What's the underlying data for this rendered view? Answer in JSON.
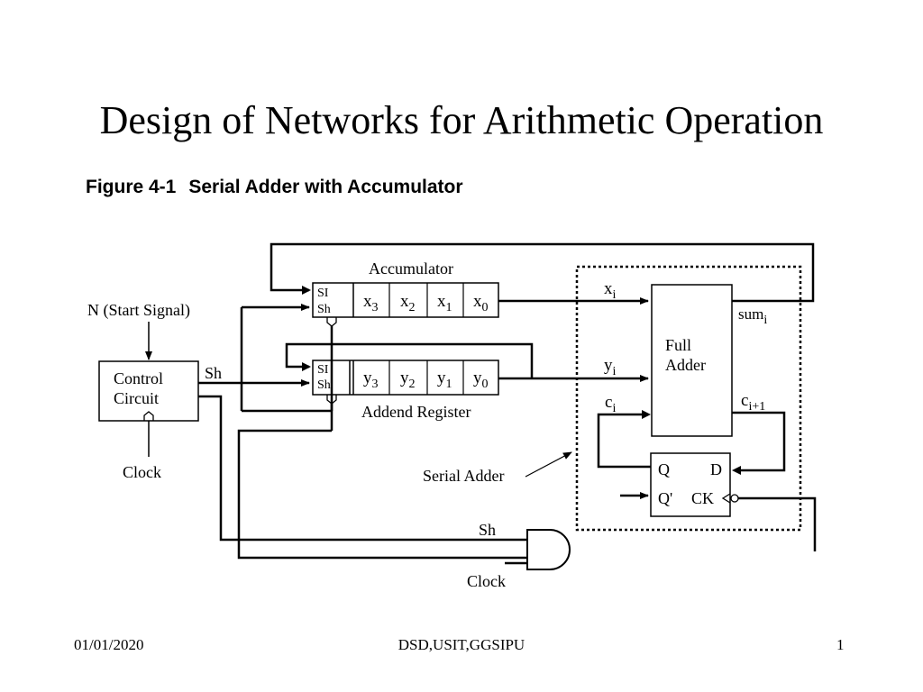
{
  "slide": {
    "title": "Design of Networks for Arithmetic Operation",
    "figure_label": "Figure 4-1",
    "figure_title": "Serial Adder with Accumulator"
  },
  "diagram": {
    "accumulator_label": "Accumulator",
    "addend_label": "Addend Register",
    "start_signal": "N (Start Signal)",
    "control_line1": "Control",
    "control_line2": "Circuit",
    "sh": "Sh",
    "clock": "Clock",
    "si": "SI",
    "full_adder_line1": "Full",
    "full_adder_line2": "Adder",
    "serial_adder": "Serial Adder",
    "ff_q": "Q",
    "ff_d": "D",
    "ff_qn": "Q'",
    "ff_ck": "CK",
    "x_base": "x",
    "y_base": "y",
    "c_base": "c",
    "sum_base": "sum",
    "sub_i": "i",
    "sub_i1": "i+1",
    "sub_3": "3",
    "sub_2": "2",
    "sub_1": "1",
    "sub_0": "0"
  },
  "footer": {
    "date": "01/01/2020",
    "org": "DSD,USIT,GGSIPU",
    "page": "1"
  }
}
